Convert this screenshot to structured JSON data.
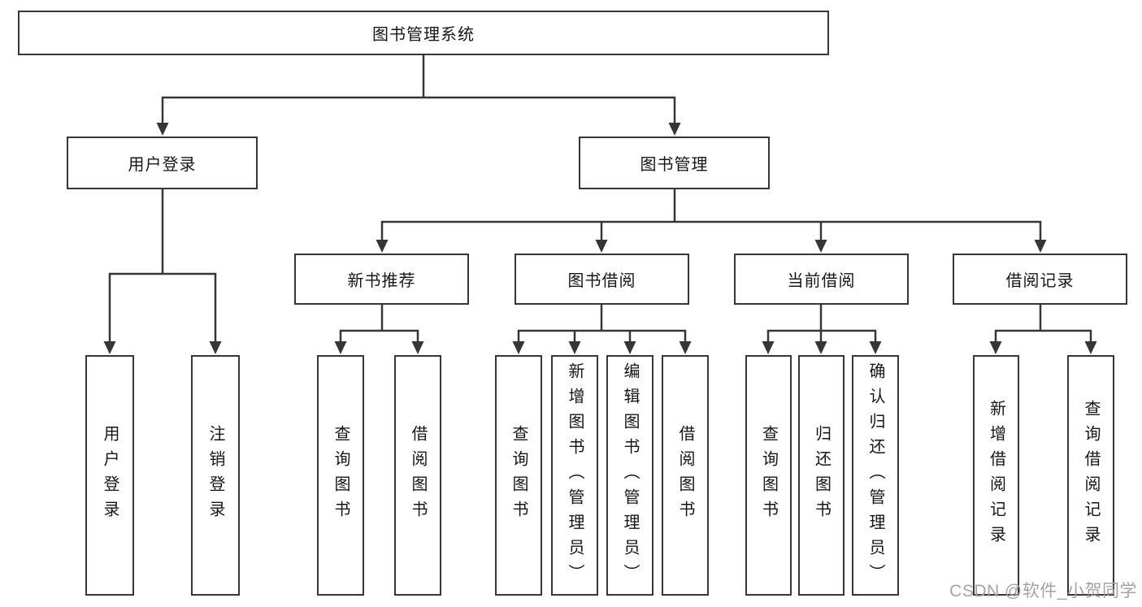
{
  "tree": {
    "root": {
      "label": "图书管理系统",
      "children": [
        {
          "label": "用户登录",
          "children": [
            {
              "label": "用户登录"
            },
            {
              "label": "注销登录"
            }
          ]
        },
        {
          "label": "图书管理",
          "children": [
            {
              "label": "新书推荐",
              "children": [
                {
                  "label": "查询图书"
                },
                {
                  "label": "借阅图书"
                }
              ]
            },
            {
              "label": "图书借阅",
              "children": [
                {
                  "label": "查询图书"
                },
                {
                  "label": "新增图书（管理员）"
                },
                {
                  "label": "编辑图书（管理员）"
                },
                {
                  "label": "借阅图书"
                }
              ]
            },
            {
              "label": "当前借阅",
              "children": [
                {
                  "label": "查询图书"
                },
                {
                  "label": "归还图书"
                },
                {
                  "label": "确认归还（管理员）"
                }
              ]
            },
            {
              "label": "借阅记录",
              "children": [
                {
                  "label": "新增借阅记录"
                },
                {
                  "label": "查询借阅记录"
                }
              ]
            }
          ]
        }
      ]
    }
  },
  "watermark": {
    "text": "CSDN @软件_小贺同学"
  },
  "colors": {
    "line": "#363636",
    "box_border": "#363636",
    "box_bg": "#ffffff",
    "text": "#161616",
    "watermark": "#a3a3a3"
  }
}
